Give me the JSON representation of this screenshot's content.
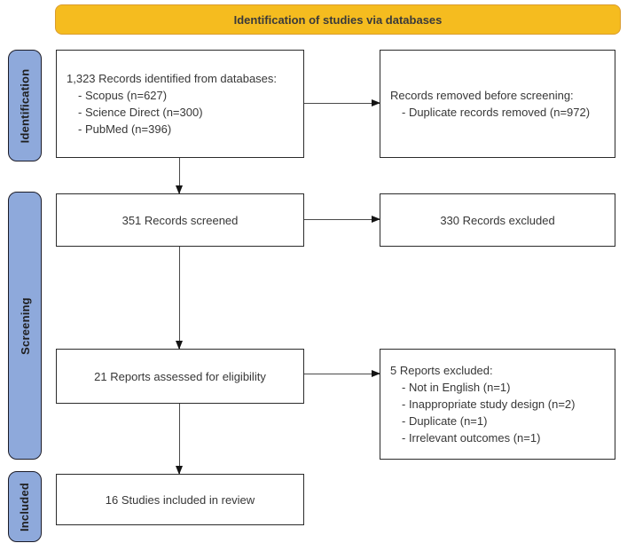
{
  "header": {
    "title": "Identification of studies via databases"
  },
  "colors": {
    "header_fill": "#F5BC1F",
    "header_border": "#DA9C2E",
    "stage_fill": "#8EA9DB",
    "stage_border": "#1C1C28",
    "box_border": "#2B2B2B",
    "arrow_line": "#4A4A4A",
    "arrow_head": "#141414"
  },
  "stages": [
    {
      "label": "Identification"
    },
    {
      "label": "Screening"
    },
    {
      "label": "Included"
    }
  ],
  "boxes": {
    "identified": {
      "lines": [
        "1,323 Records identified from databases:",
        "- Scopus (n=627)",
        "- Science Direct (n=300)",
        "- PubMed (n=396)"
      ]
    },
    "removed": {
      "lines": [
        "Records removed before screening:",
        "- Duplicate records removed (n=972)"
      ]
    },
    "screened": {
      "label": "351 Records screened"
    },
    "excluded": {
      "label": "330 Records excluded"
    },
    "assessed": {
      "label": "21 Reports assessed for eligibility"
    },
    "reports_excluded": {
      "lines": [
        "5 Reports excluded:",
        "- Not in English (n=1)",
        "- Inappropriate study design (n=2)",
        "- Duplicate (n=1)",
        "- Irrelevant outcomes (n=1)"
      ]
    },
    "included": {
      "label": "16 Studies included in review"
    }
  }
}
